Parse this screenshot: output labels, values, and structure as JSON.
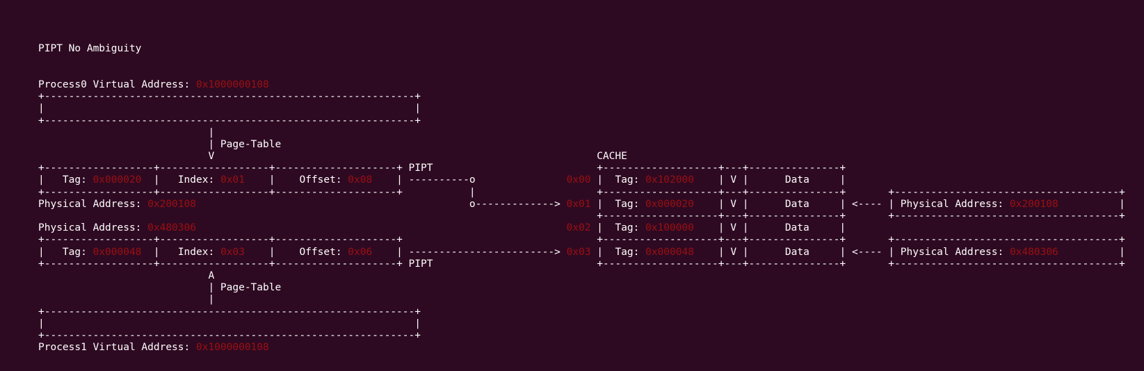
{
  "colors": {
    "background": "#2e0a22",
    "foreground": "#ffffff",
    "value_red": "#9c0f12"
  },
  "diagram": {
    "title": "PIPT No Ambiguity",
    "lines": [
      [
        {
          "t": "PIPT No Ambiguity"
        }
      ],
      [],
      [],
      [
        {
          "t": "Process0 Virtual Address: "
        },
        {
          "t": "0x1000000108",
          "c": "red"
        }
      ],
      [
        {
          "t": "+"
        },
        {
          "fill": "-",
          "to": 62
        },
        {
          "t": "+"
        }
      ],
      [
        {
          "t": "|"
        },
        {
          "t": "|",
          "col": 62
        }
      ],
      [
        {
          "t": "+"
        },
        {
          "fill": "-",
          "to": 62
        },
        {
          "t": "+"
        }
      ],
      [
        {
          "t": "|",
          "col": 28
        }
      ],
      [
        {
          "t": "| Page-Table",
          "col": 28
        }
      ],
      [
        {
          "t": "V",
          "col": 28
        },
        {
          "t": "CACHE",
          "col": 92
        }
      ],
      [
        {
          "t": "+"
        },
        {
          "fill": "-",
          "to": 19
        },
        {
          "t": "+"
        },
        {
          "fill": "-",
          "to": 38
        },
        {
          "t": "+"
        },
        {
          "fill": "-",
          "to": 59
        },
        {
          "t": "+ PIPT"
        },
        {
          "t": "+",
          "col": 92
        },
        {
          "fill": "-",
          "to": 112
        },
        {
          "t": "+"
        },
        {
          "fill": "-",
          "to": 116
        },
        {
          "t": "+"
        },
        {
          "fill": "-",
          "to": 132
        },
        {
          "t": "+"
        }
      ],
      [
        {
          "t": "|   Tag: "
        },
        {
          "t": "0x000020",
          "c": "red"
        },
        {
          "t": "|",
          "col": 19
        },
        {
          "t": "Index: ",
          "col": 23
        },
        {
          "t": "0x01",
          "c": "red"
        },
        {
          "t": "|",
          "col": 38
        },
        {
          "t": "Offset: ",
          "col": 43
        },
        {
          "t": "0x08",
          "c": "red"
        },
        {
          "t": "|",
          "col": 59
        },
        {
          "t": " "
        },
        {
          "fill": "-",
          "to": 71
        },
        {
          "t": "o"
        },
        {
          "t": "0x00",
          "c": "red",
          "col": 87
        },
        {
          "t": "|",
          "col": 92
        },
        {
          "t": "Tag: ",
          "col": 95
        },
        {
          "t": "0x102000",
          "c": "red"
        },
        {
          "t": "| V |",
          "col": 112
        },
        {
          "t": "Data",
          "col": 123
        },
        {
          "t": "|",
          "col": 132
        }
      ],
      [
        {
          "t": "+"
        },
        {
          "fill": "-",
          "to": 19
        },
        {
          "t": "+"
        },
        {
          "fill": "-",
          "to": 38
        },
        {
          "t": "+"
        },
        {
          "fill": "-",
          "to": 59
        },
        {
          "t": "+"
        },
        {
          "t": "|",
          "col": 71
        },
        {
          "t": "+",
          "col": 92
        },
        {
          "fill": "-",
          "to": 112
        },
        {
          "t": "+"
        },
        {
          "fill": "-",
          "to": 116
        },
        {
          "t": "+"
        },
        {
          "fill": "-",
          "to": 132
        },
        {
          "t": "+"
        },
        {
          "t": "+",
          "col": 140
        },
        {
          "fill": "-",
          "to": 178
        },
        {
          "t": "+"
        }
      ],
      [
        {
          "t": "Physical Address: "
        },
        {
          "t": "0x200108",
          "c": "red"
        },
        {
          "t": "o",
          "col": 71
        },
        {
          "fill": "-",
          "to": 85
        },
        {
          "t": "> "
        },
        {
          "t": "0x01",
          "c": "red"
        },
        {
          "t": "|",
          "col": 92
        },
        {
          "t": "Tag: ",
          "col": 95
        },
        {
          "t": "0x000020",
          "c": "red"
        },
        {
          "t": "| V |",
          "col": 112
        },
        {
          "t": "Data",
          "col": 123
        },
        {
          "t": "|",
          "col": 132
        },
        {
          "t": "<----",
          "col": 134
        },
        {
          "t": "|",
          "col": 140
        },
        {
          "t": " Physical Address: "
        },
        {
          "t": "0x200108",
          "c": "red"
        },
        {
          "t": "|",
          "col": 178
        }
      ],
      [
        {
          "t": "+",
          "col": 92
        },
        {
          "fill": "-",
          "to": 112
        },
        {
          "t": "+"
        },
        {
          "fill": "-",
          "to": 116
        },
        {
          "t": "+"
        },
        {
          "fill": "-",
          "to": 132
        },
        {
          "t": "+"
        },
        {
          "t": "+",
          "col": 140
        },
        {
          "fill": "-",
          "to": 178
        },
        {
          "t": "+"
        }
      ],
      [
        {
          "t": "Physical Address: "
        },
        {
          "t": "0x480306",
          "c": "red"
        },
        {
          "t": "0x02",
          "c": "red",
          "col": 87
        },
        {
          "t": "|",
          "col": 92
        },
        {
          "t": "Tag: ",
          "col": 95
        },
        {
          "t": "0x100000",
          "c": "red"
        },
        {
          "t": "| V |",
          "col": 112
        },
        {
          "t": "Data",
          "col": 123
        },
        {
          "t": "|",
          "col": 132
        }
      ],
      [
        {
          "t": "+"
        },
        {
          "fill": "-",
          "to": 19
        },
        {
          "t": "+"
        },
        {
          "fill": "-",
          "to": 38
        },
        {
          "t": "+"
        },
        {
          "fill": "-",
          "to": 59
        },
        {
          "t": "+"
        },
        {
          "t": "+",
          "col": 92
        },
        {
          "fill": "-",
          "to": 112
        },
        {
          "t": "+"
        },
        {
          "fill": "-",
          "to": 116
        },
        {
          "t": "+"
        },
        {
          "fill": "-",
          "to": 132
        },
        {
          "t": "+"
        },
        {
          "t": "+",
          "col": 140
        },
        {
          "fill": "-",
          "to": 178
        },
        {
          "t": "+"
        }
      ],
      [
        {
          "t": "|   Tag: "
        },
        {
          "t": "0x000048",
          "c": "red"
        },
        {
          "t": "|",
          "col": 19
        },
        {
          "t": "Index: ",
          "col": 23
        },
        {
          "t": "0x03",
          "c": "red"
        },
        {
          "t": "|",
          "col": 38
        },
        {
          "t": "Offset: ",
          "col": 43
        },
        {
          "t": "0x06",
          "c": "red"
        },
        {
          "t": "|",
          "col": 59
        },
        {
          "t": " "
        },
        {
          "fill": "-",
          "to": 85
        },
        {
          "t": "> "
        },
        {
          "t": "0x03",
          "c": "red"
        },
        {
          "t": "|",
          "col": 92
        },
        {
          "t": "Tag: ",
          "col": 95
        },
        {
          "t": "0x000048",
          "c": "red"
        },
        {
          "t": "| V |",
          "col": 112
        },
        {
          "t": "Data",
          "col": 123
        },
        {
          "t": "|",
          "col": 132
        },
        {
          "t": "<----",
          "col": 134
        },
        {
          "t": "|",
          "col": 140
        },
        {
          "t": " Physical Address: "
        },
        {
          "t": "0x480306",
          "c": "red"
        },
        {
          "t": "|",
          "col": 178
        }
      ],
      [
        {
          "t": "+"
        },
        {
          "fill": "-",
          "to": 19
        },
        {
          "t": "+"
        },
        {
          "fill": "-",
          "to": 38
        },
        {
          "t": "+"
        },
        {
          "fill": "-",
          "to": 59
        },
        {
          "t": "+ PIPT"
        },
        {
          "t": "+",
          "col": 92
        },
        {
          "fill": "-",
          "to": 112
        },
        {
          "t": "+"
        },
        {
          "fill": "-",
          "to": 116
        },
        {
          "t": "+"
        },
        {
          "fill": "-",
          "to": 132
        },
        {
          "t": "+"
        },
        {
          "t": "+",
          "col": 140
        },
        {
          "fill": "-",
          "to": 178
        },
        {
          "t": "+"
        }
      ],
      [
        {
          "t": "A",
          "col": 28
        }
      ],
      [
        {
          "t": "| Page-Table",
          "col": 28
        }
      ],
      [
        {
          "t": "|",
          "col": 28
        }
      ],
      [
        {
          "t": "+"
        },
        {
          "fill": "-",
          "to": 62
        },
        {
          "t": "+"
        }
      ],
      [
        {
          "t": "|"
        },
        {
          "t": "|",
          "col": 62
        }
      ],
      [
        {
          "t": "+"
        },
        {
          "fill": "-",
          "to": 62
        },
        {
          "t": "+"
        }
      ],
      [
        {
          "t": "Process1 Virtual Address: "
        },
        {
          "t": "0x1000000108",
          "c": "red"
        }
      ]
    ]
  }
}
